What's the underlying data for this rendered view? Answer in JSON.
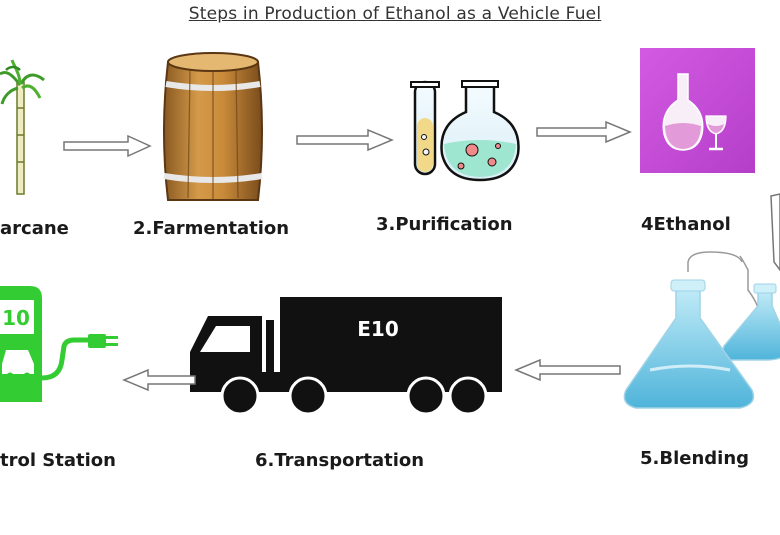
{
  "title": "Steps in Production of Ethanol as a Vehicle Fuel",
  "steps": [
    {
      "label": "arcane"
    },
    {
      "label": "2.Farmentation"
    },
    {
      "label": "3.Purification"
    },
    {
      "label": "4Ethanol"
    },
    {
      "label": "5.Blending"
    },
    {
      "label": "6.Transportation"
    },
    {
      "label": "trol Station"
    }
  ],
  "truck_text": "E10",
  "pump_text": "10",
  "colors": {
    "ethanol_tile": "#c54bd6",
    "flask_blue": "#8fd6ee",
    "pump_green": "#33cc33",
    "barrel_wood": "#c08a3e",
    "truck_black": "#111111"
  }
}
